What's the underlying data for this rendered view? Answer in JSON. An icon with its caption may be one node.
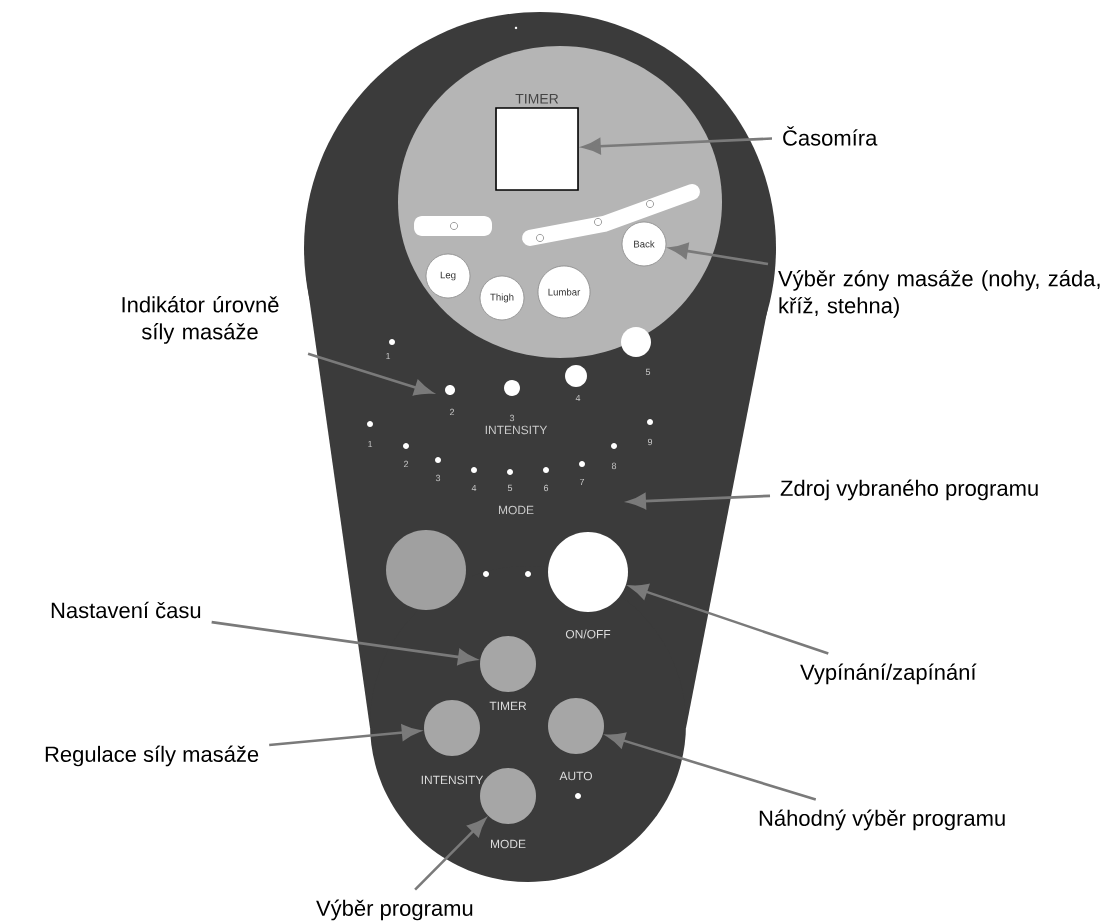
{
  "diagram": {
    "nodes": [
      {
        "text": [
          "Časomíra"
        ]
      },
      {
        "text": [
          "TIMER"
        ]
      },
      {
        "text": [
          "Leg"
        ]
      },
      {
        "text": [
          "Thigh"
        ]
      },
      {
        "text": [
          "Lumbar"
        ]
      },
      {
        "text": [
          "Back"
        ]
      },
      {
        "text": [
          "Výběr zóny masáže (nohy, záda, kříž, stehna)"
        ]
      },
      {
        "text": [
          "Indikátor úrovně síly masáže"
        ]
      },
      {
        "text": [
          "Zdroj vybraného programu"
        ]
      },
      {
        "text": [],
        "shape": "circle"
      },
      {
        "text": [
          "ON/OFF"
        ]
      },
      {
        "text": [
          "Nastavení času"
        ]
      },
      {
        "text": [
          "TIMER"
        ]
      },
      {
        "text": [
          "Vypínání/zapínání"
        ]
      },
      {
        "text": [
          "Regulace síly masáže"
        ]
      },
      {
        "text": [
          "INTENSITY"
        ]
      },
      {
        "text": [
          "AUTO"
        ]
      },
      {
        "text": [
          "Náhodný výběr programu"
        ]
      },
      {
        "text": [
          "MODE"
        ]
      },
      {
        "text": [
          "Výběr programu"
        ]
      }
    ],
    "edges": [
      {
        "from": 0,
        "to": 1,
        "arrow": "to"
      },
      {
        "from": 6,
        "to": 5,
        "arrow": "to"
      },
      {
        "from": 7,
        "to": null,
        "arrow": "to"
      },
      {
        "from": 8,
        "to": null,
        "arrow": "to"
      },
      {
        "from": 11,
        "to": 12,
        "arrow": "to"
      },
      {
        "from": 13,
        "to": 10,
        "arrow": "to"
      },
      {
        "from": 14,
        "to": 15,
        "arrow": "to"
      },
      {
        "from": 17,
        "to": 16,
        "arrow": "to"
      },
      {
        "from": 19,
        "to": 18,
        "arrow": "to"
      }
    ],
    "labels": [
      "1",
      "5",
      "2",
      "4",
      "3",
      "INTENSITY",
      "1",
      "9",
      "2",
      "8",
      "3",
      "4",
      "5",
      "6",
      "7",
      "MODE"
    ]
  }
}
